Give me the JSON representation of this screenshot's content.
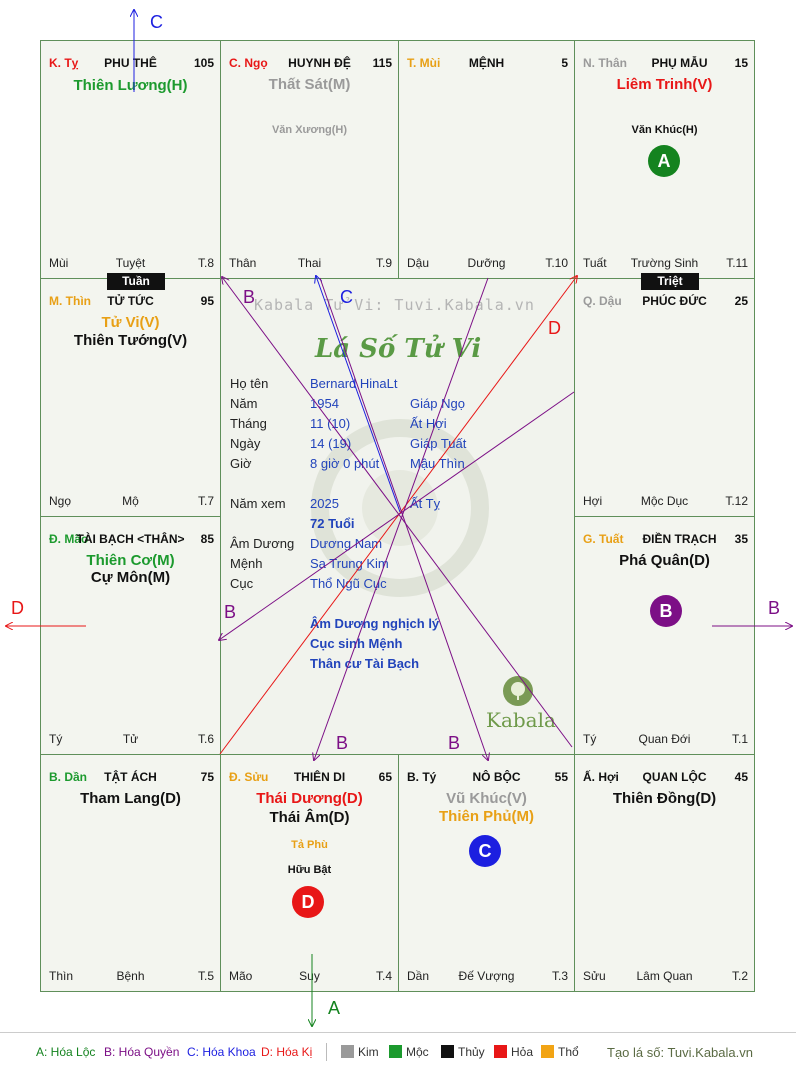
{
  "watermark": "Kabala Tử Vi: Tuvi.Kabala.vn",
  "script_title": "Lá Số Tử Vi",
  "logo_text": "Kabala",
  "palaces": {
    "ty_snake": {
      "branch": "K. Tỵ",
      "name": "PHU THÊ",
      "age": "105",
      "main1": "Thiên Lương(H)",
      "bottom_left": "Mùi",
      "bottom_center": "Tuyệt",
      "bottom_right": "T.8"
    },
    "ngo": {
      "branch": "C. Ngọ",
      "name": "HUYNH ĐỆ",
      "age": "115",
      "main1": "Thất Sát(M)",
      "minor1": "Văn Xương(H)",
      "bottom_left": "Thân",
      "bottom_center": "Thai",
      "bottom_right": "T.9"
    },
    "mui": {
      "branch": "T. Mùi",
      "name": "MỆNH",
      "age": "5",
      "bottom_left": "Dậu",
      "bottom_center": "Dưỡng",
      "bottom_right": "T.10"
    },
    "than": {
      "branch": "N. Thân",
      "name": "PHỤ MẪU",
      "age": "15",
      "main1": "Liêm Trinh(V)",
      "minor1": "Văn Khúc(H)",
      "badge": "A",
      "bottom_left": "Tuất",
      "bottom_center": "Trường Sinh",
      "bottom_right": "T.11"
    },
    "thin": {
      "branch": "M. Thìn",
      "name": "TỬ TỨC",
      "age": "95",
      "main1": "Tử Vi(V)",
      "main2": "Thiên Tướng(V)",
      "bottom_left": "Ngọ",
      "bottom_center": "Mộ",
      "bottom_right": "T.7"
    },
    "dau": {
      "branch": "Q. Dậu",
      "name": "PHÚC ĐỨC",
      "age": "25",
      "bottom_left": "Hợi",
      "bottom_center": "Mộc Dục",
      "bottom_right": "T.12"
    },
    "mao": {
      "branch": "Đ. Mão",
      "name": "TÀI BẠCH <THÂN>",
      "age": "85",
      "main1": "Thiên Cơ(M)",
      "main2": "Cự Môn(M)",
      "bottom_left": "Tý",
      "bottom_center": "Tử",
      "bottom_right": "T.6"
    },
    "tuat": {
      "branch": "G. Tuất",
      "name": "ĐIỀN TRẠCH",
      "age": "35",
      "main1": "Phá Quân(D)",
      "badge": "B",
      "bottom_left": "Tý",
      "bottom_center": "Quan Đới",
      "bottom_right": "T.1"
    },
    "dan": {
      "branch": "B. Dần",
      "name": "TẬT ÁCH",
      "age": "75",
      "main1": "Tham Lang(D)",
      "bottom_left": "Thìn",
      "bottom_center": "Bệnh",
      "bottom_right": "T.5"
    },
    "suu": {
      "branch": "Đ. Sửu",
      "name": "THIÊN DI",
      "age": "65",
      "main1": "Thái Dương(D)",
      "main2": "Thái Âm(D)",
      "minor1": "Tả Phù",
      "minor2": "Hữu Bật",
      "badge": "D",
      "bottom_left": "Mão",
      "bottom_center": "Suy",
      "bottom_right": "T.4"
    },
    "ty_rat": {
      "branch": "B. Tý",
      "name": "NÔ BỘC",
      "age": "55",
      "main1": "Vũ Khúc(V)",
      "main2": "Thiên Phủ(M)",
      "badge": "C",
      "bottom_left": "Dần",
      "bottom_center": "Đế Vượng",
      "bottom_right": "T.3"
    },
    "hoi": {
      "branch": "Ấ. Hợi",
      "name": "QUAN LỘC",
      "age": "45",
      "main1": "Thiên Đồng(D)",
      "bottom_left": "Sửu",
      "bottom_center": "Lâm Quan",
      "bottom_right": "T.2"
    }
  },
  "tags": {
    "tuan": "Tuần",
    "triet": "Triệt"
  },
  "info": {
    "rows": [
      {
        "label": "Họ tên",
        "v1": "Bernard HinaLt",
        "v2": ""
      },
      {
        "label": "Năm",
        "v1": "1954",
        "v2": "Giáp Ngọ"
      },
      {
        "label": "Tháng",
        "v1": "11 (10)",
        "v2": "Ất Hợi"
      },
      {
        "label": "Ngày",
        "v1": "14 (19)",
        "v2": "Giáp Tuất"
      },
      {
        "label": "Giờ",
        "v1": "8 giờ 0 phút",
        "v2": "Mậu Thìn"
      },
      {
        "label": "Năm xem",
        "v1": "2025",
        "v2": "Ất Tỵ"
      },
      {
        "label": "",
        "v1": "72 Tuổi",
        "v2": ""
      },
      {
        "label": "Âm Dương",
        "v1": "Dương Nam",
        "v2": ""
      },
      {
        "label": "Mệnh",
        "v1": "Sa Trung Kim",
        "v2": ""
      },
      {
        "label": "Cục",
        "v1": "Thổ Ngũ Cục",
        "v2": ""
      }
    ],
    "notes": [
      "Âm Dương nghịch lý",
      "Cục sinh Mệnh",
      "Thân cư Tài Bạch"
    ]
  },
  "arrow_labels": {
    "top_c": "C",
    "inner_c": "C",
    "inner_b_left": "B",
    "inner_d_right": "D",
    "left_d": "D",
    "right_b": "B",
    "inner_b_mid": "B",
    "inner_b_bottom1": "B",
    "inner_b_bottom2": "B",
    "bottom_a": "A"
  },
  "legend": {
    "hoa_loc": "A: Hóa Lộc",
    "hoa_quyen": "B: Hóa Quyền",
    "hoa_khoa": "C: Hóa Khoa",
    "hoa_ki": "D: Hóa Kị",
    "elements": [
      {
        "name": "Kim",
        "color": "#9a9a9a"
      },
      {
        "name": "Mộc",
        "color": "#1c9a2e"
      },
      {
        "name": "Thủy",
        "color": "#111111"
      },
      {
        "name": "Hỏa",
        "color": "#e81717"
      },
      {
        "name": "Thổ",
        "color": "#f2a414"
      }
    ],
    "site": "Tạo lá số: Tuvi.Kabala.vn"
  },
  "colors": {
    "A": "#14831f",
    "B": "#7c0f86",
    "C": "#1c1fe0",
    "D": "#e81717",
    "border": "#5f8f5a"
  }
}
